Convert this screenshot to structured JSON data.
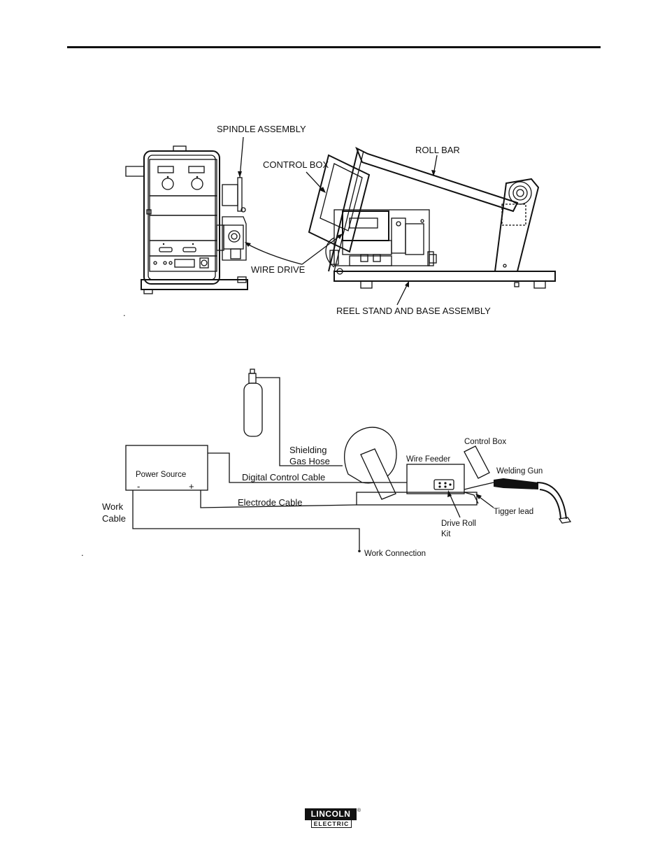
{
  "top_figure": {
    "labels": {
      "spindle_assembly": "SPINDLE ASSEMBLY",
      "control_box": "CONTROL BOX",
      "roll_bar": "ROLL BAR",
      "wire_drive": "WIRE DRIVE",
      "reel_stand": "REEL STAND AND BASE ASSEMBLY"
    },
    "caption_dot": "."
  },
  "bottom_figure": {
    "labels": {
      "shielding_1": "Shielding",
      "shielding_2": "Gas Hose",
      "control_box": "Control Box",
      "wire_feeder": "Wire Feeder",
      "welding_gun": "Welding Gun",
      "power_source": "Power Source",
      "minus": "-",
      "plus": "+",
      "digital_control_cable": "Digital Control Cable",
      "electrode_cable": "Electrode Cable",
      "work_cable_1": "Work",
      "work_cable_2": "Cable",
      "trigger_lead": "Tigger lead",
      "drive_roll_1": "Drive Roll",
      "drive_roll_2": "Kit",
      "work_connection": "Work Connection"
    },
    "caption_dot": "."
  },
  "logo": {
    "top": "LINCOLN",
    "bottom": "ELECTRIC",
    "reg": "®"
  }
}
